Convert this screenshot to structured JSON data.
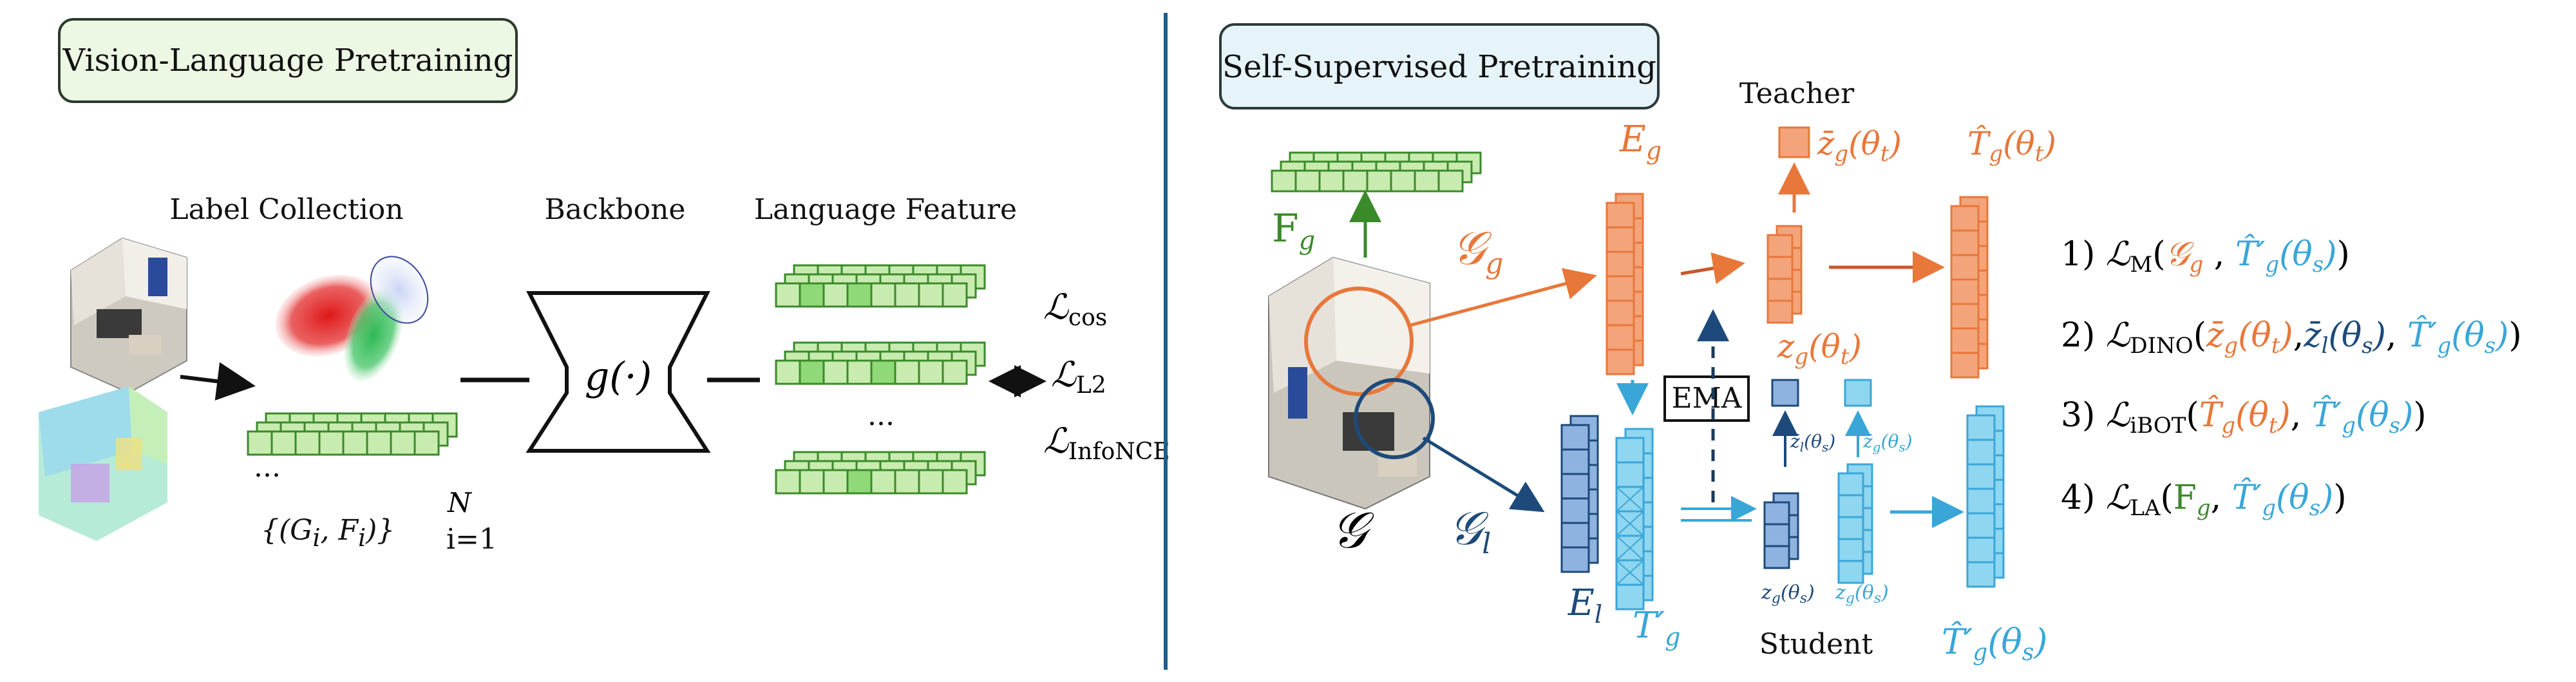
{
  "left_panel": {
    "title": "Vision-Language Pretraining",
    "label_collection": "Label Collection",
    "backbone": "Backbone",
    "language_feature": "Language Feature",
    "backbone_fn": "g(·)",
    "dataset_formula": "{(G",
    "dataset_formula_i": "i",
    "dataset_formula_mid": ", F",
    "dataset_formula_end": ")}",
    "dataset_sup": "N",
    "dataset_sub": "i=1",
    "ellipsis_left": "...",
    "ellipsis_right": "...",
    "losses": [
      {
        "main": "ℒ",
        "sub": "cos"
      },
      {
        "main": "ℒ",
        "sub": "L2"
      },
      {
        "main": "ℒ",
        "sub": "InfoNCE"
      }
    ],
    "arrow_symbol": "↔"
  },
  "right_panel": {
    "title": "Self-Supervised Pretraining",
    "teacher": "Teacher",
    "student": "Student",
    "ema": "EMA",
    "scene_symbol": "𝒢",
    "fg_label": "F",
    "fg_sub": "g",
    "Gg": "𝒢",
    "Gg_sub": "g",
    "Gl": "𝒢",
    "Gl_sub": "l",
    "Eg": "E",
    "Eg_sub": "g",
    "El": "E",
    "El_sub": "l",
    "Tg_prime": "T′",
    "Tg_prime_sub": "g",
    "zg_teacher": "z",
    "zg_teacher_rest": "(θ",
    "zbar_teacher": "z̄",
    "Thatg_teacher": "T̂",
    "zg_student_small": "z",
    "zg_student_small2": "z",
    "zl_bar_small": "z̄",
    "zg_bar_small": "z̄",
    "That_student": "T̂′",
    "theta_t": "θ",
    "theta_s": "θ",
    "losses": [
      {
        "index": "1)",
        "name": "M"
      },
      {
        "index": "2)",
        "name": "DINO"
      },
      {
        "index": "3)",
        "name": "iBOT"
      },
      {
        "index": "4)",
        "name": "LA"
      }
    ]
  },
  "colors": {
    "green_dark": "#3b8a2a",
    "green_fill": "#c8ecb0",
    "green_mid": "#8fd978",
    "orange": "#e8773a",
    "orange_fill": "#f3a47a",
    "navy": "#1d4a7a",
    "navy_fill": "#8fb3e0",
    "cyan": "#3aa6d8",
    "cyan_fill": "#8fd6f0",
    "panel_left_bg": "#ecf7e4",
    "panel_right_bg": "#e6f4f9",
    "divider": "#1d5f8a"
  }
}
